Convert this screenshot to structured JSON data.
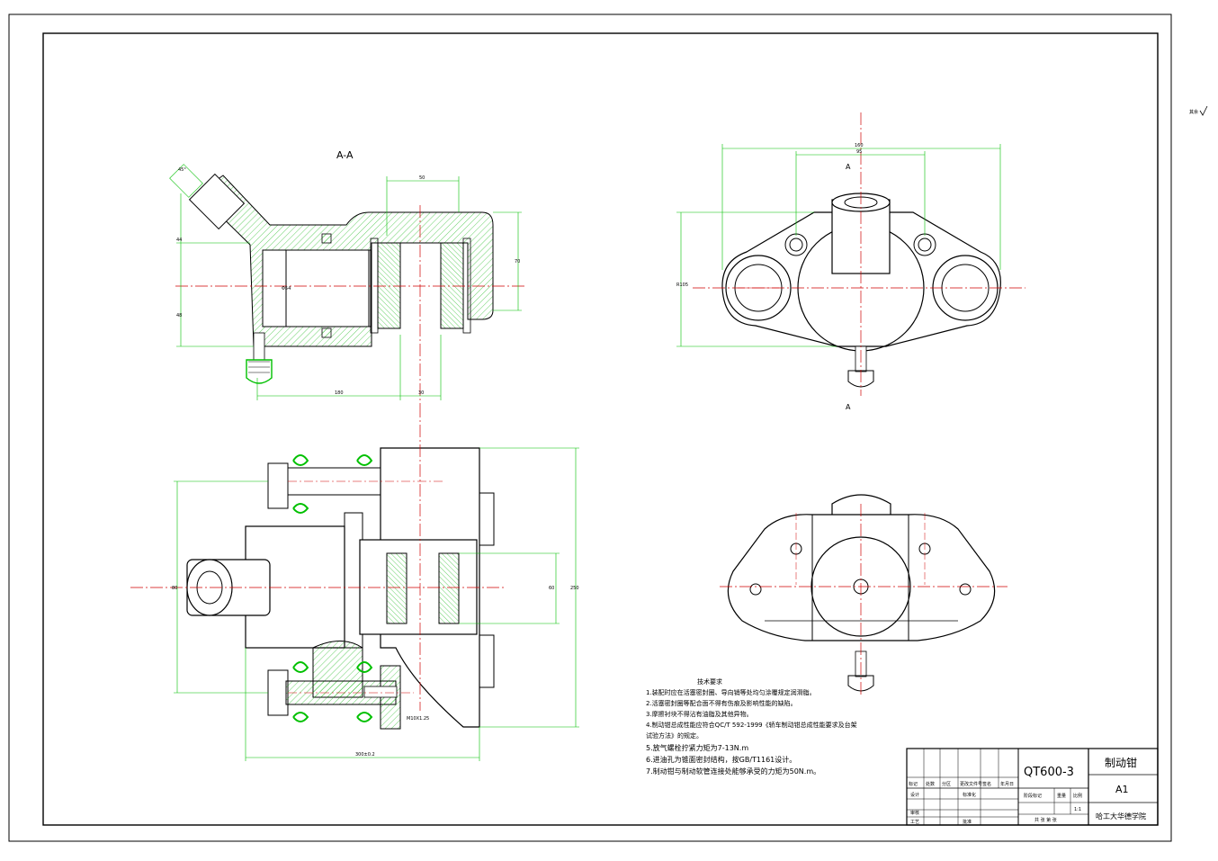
{
  "drawing": {
    "section_title": "A-A",
    "section_mark_top": "A",
    "section_mark_bottom": "A",
    "corner_mark": "其余",
    "colors": {
      "outline": "#000000",
      "dimension": "#00c000",
      "centerline": "#d00000",
      "hatch": "#00b000"
    }
  },
  "notes": {
    "heading": "技术要求",
    "items": [
      "1.装配时应在活塞密封圈、导向销等处均匀涂覆规定润滑脂。",
      "2.活塞密封圈等配合面不得有伤痕及影响性能的缺陷。",
      "3.摩擦衬块不得沾有油脂及其他异物。",
      "4.制动钳总成性能应符合QC/T 592-1999《轿车制动钳总成性能要求及台架",
      "试验方法》的规定。",
      "5.放气螺栓拧紧力矩为7-13N.m",
      "6.进油孔为锥面密封结构，按GB/T1161设计。",
      "7.制动钳与制动软管连接处能够承受的力矩为50N.m。"
    ]
  },
  "title_block": {
    "part_code": "QT600-3",
    "part_name": "制动钳",
    "sheet_size": "A1",
    "school": "哈工大华德学院",
    "scale": "1:1",
    "header_labels": [
      "标记",
      "处数",
      "分区",
      "更改文件号",
      "签名",
      "年月日"
    ],
    "row_labels": [
      "设计",
      "审核",
      "工艺"
    ],
    "standardization": "标准化",
    "approval": "批准",
    "stage_mark": "阶段标记",
    "weight": "重量",
    "scale_label": "比例",
    "sheets": "共 张 第 张"
  },
  "dimensions": {
    "top_view_width": "160",
    "top_view_inner": "95",
    "top_view_height": "R105",
    "section_top": "50",
    "section_right": "70",
    "section_left_upper": "44",
    "section_left_lower": "48",
    "section_bottom_left": "180",
    "section_bottom_right": "30",
    "section_angle": "45°",
    "section_bore": "Φ54",
    "bottom_width": "300±0.2",
    "bottom_height": "250",
    "bottom_inner": "60",
    "bottom_left": "80",
    "bottom_bolt": "M10X1.25"
  }
}
